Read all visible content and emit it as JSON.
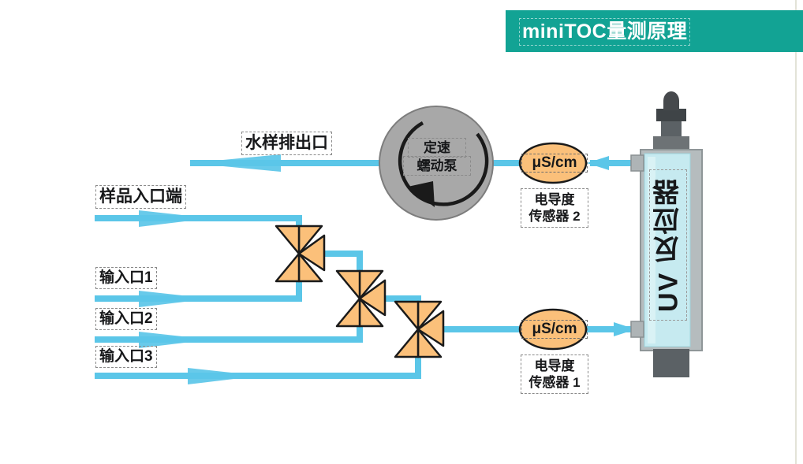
{
  "header": {
    "title": "miniTOC量测原理",
    "bar_color": "#12a394"
  },
  "diagram": {
    "title": "miniTOC量测原理",
    "colors": {
      "pipe": "#5bc6e8",
      "valve_fill": "#fbc07a",
      "valve_stroke": "#1a1a1a",
      "sensor_fill": "#fbc07a",
      "pump_fill": "#a8a8a8",
      "pump_stroke": "#7a7a7a",
      "reactor_body": "#c6eaf0",
      "reactor_cap": "#4f5356",
      "reactor_frame": "#a9b0b2",
      "border_rule": "#e3e3d8"
    },
    "labels": {
      "sample_outlet": "水样排出口",
      "sample_inlet": "样品入口端",
      "input_port_1": "输入口1",
      "input_port_2": "输入口2",
      "input_port_3": "输入口3"
    },
    "pump": {
      "line1": "定速",
      "line2": "蠕动泵"
    },
    "sensor_top": {
      "value": "μS/cm",
      "name_line1": "电导度",
      "name_line2": "传感器 2"
    },
    "sensor_bottom": {
      "value": "μS/cm",
      "name_line1": "电导度",
      "name_line2": "传感器 1"
    },
    "reactor": {
      "label": "UV 反应器"
    }
  }
}
